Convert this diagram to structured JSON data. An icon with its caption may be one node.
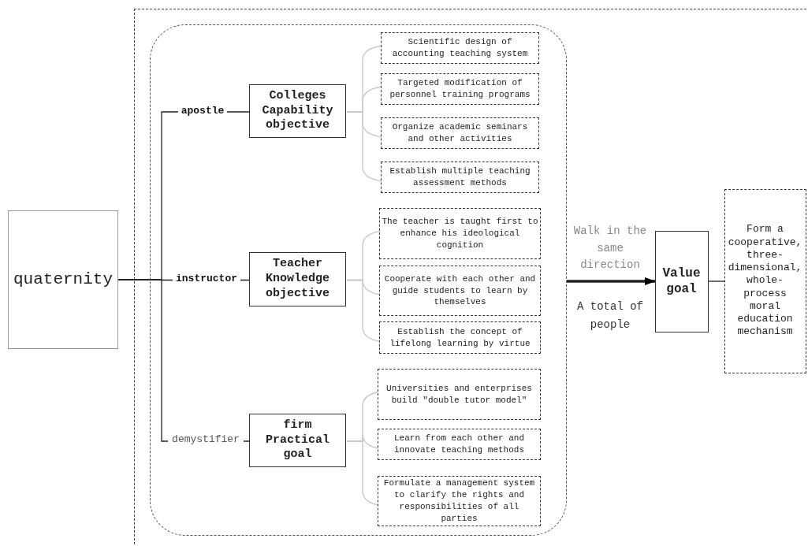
{
  "diagram": {
    "nodes": [
      {
        "text": [
          "quaternity"
        ]
      },
      {
        "text": [],
        "shape": "box"
      },
      {
        "text": [],
        "shape": "box",
        "in": 1
      },
      {
        "text": [
          "Colleges Capability objective"
        ],
        "in": 2
      },
      {
        "text": [
          "Scientific design of accounting teaching system"
        ],
        "in": 2
      },
      {
        "text": [
          "Targeted modification of personnel training programs"
        ],
        "in": 2
      },
      {
        "text": [
          "Organize academic seminars and other activities"
        ],
        "in": 2
      },
      {
        "text": [
          "Establish multiple teaching assessment methods"
        ],
        "in": 2
      },
      {
        "text": [
          "Teacher Knowledge objective"
        ],
        "in": 2
      },
      {
        "text": [
          "The teacher is taught first to enhance his ideological cognition"
        ],
        "in": 2
      },
      {
        "text": [
          "Cooperate with each other and guide students to learn by themselves"
        ],
        "in": 2
      },
      {
        "text": [
          "Establish the concept of lifelong learning by virtue"
        ],
        "in": 2
      },
      {
        "text": [
          "firm Practical goal"
        ],
        "in": 2
      },
      {
        "text": [
          "Universities and enterprises build \"double tutor model\""
        ],
        "in": 2
      },
      {
        "text": [
          "Learn from each other and innovate teaching methods"
        ],
        "in": 2
      },
      {
        "text": [
          "Formulate a management system to clarify the rights and responsibilities of all parties"
        ],
        "in": 2
      },
      {
        "text": [
          "Value goal"
        ],
        "in": 1
      },
      {
        "text": [
          "Form a cooperative, three-dimensional, whole-process moral education mechanism"
        ],
        "in": 1
      }
    ],
    "edges": [
      {
        "from": 0,
        "to": 3,
        "arrow": "none",
        "label": "apostle",
        "color": "#222222"
      },
      {
        "from": 0,
        "to": 8,
        "arrow": "none",
        "label": "instructor",
        "color": "#222222"
      },
      {
        "from": 0,
        "to": 12,
        "arrow": "none",
        "label": "demystifier",
        "color": "#222222"
      },
      {
        "from": 3,
        "to": 4,
        "arrow": "none"
      },
      {
        "from": 3,
        "to": 5,
        "arrow": "none"
      },
      {
        "from": 3,
        "to": 6,
        "arrow": "none"
      },
      {
        "from": 3,
        "to": 7,
        "arrow": "none"
      },
      {
        "from": 8,
        "to": 9,
        "arrow": "none"
      },
      {
        "from": 8,
        "to": 10,
        "arrow": "none"
      },
      {
        "from": 8,
        "to": 11,
        "arrow": "none"
      },
      {
        "from": 12,
        "to": 13,
        "arrow": "none"
      },
      {
        "from": 12,
        "to": 14,
        "arrow": "none"
      },
      {
        "from": 12,
        "to": 15,
        "arrow": "none"
      },
      {
        "from": 2,
        "to": 16,
        "arrow": "to",
        "style": "thick",
        "label": "Walk in the same direction",
        "color": "#222222"
      },
      {
        "from": 16,
        "to": 17,
        "arrow": "none",
        "color": "#222222"
      }
    ],
    "labels": [
      "A total of people"
    ]
  }
}
